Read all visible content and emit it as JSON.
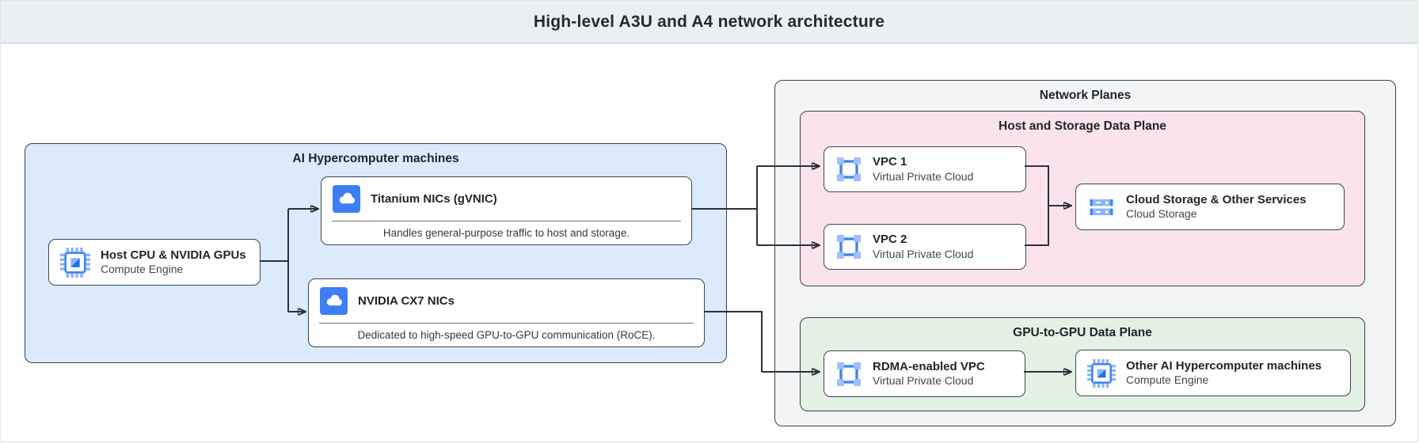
{
  "header": {
    "title": "High-level A3U and A4 network architecture"
  },
  "colors": {
    "header_bg": "#eceff1",
    "machines_fill": "#dcebfb",
    "network_planes_fill": "#f2f4f5",
    "host_storage_plane_fill": "#fae3ec",
    "gpu_plane_fill": "#e4f1e5",
    "border_dark": "#3a424a",
    "connector": "#2b3238",
    "icon_blue": "#4285f4",
    "icon_blue_light": "#8ab4f8",
    "icon_blue_dark": "#1a73e8"
  },
  "containers": {
    "machines": {
      "label": "AI Hypercomputer machines"
    },
    "network_planes": {
      "label": "Network Planes"
    },
    "host_storage_plane": {
      "label": "Host and Storage Data Plane"
    },
    "gpu_plane": {
      "label": "GPU-to-GPU Data Plane"
    }
  },
  "nodes": {
    "host": {
      "title": "Host CPU & NVIDIA GPUs",
      "subtitle": "Compute Engine",
      "icon": "compute-engine-icon"
    },
    "titanium": {
      "title": "Titanium NICs (gVNIC)",
      "description": "Handles general-purpose traffic to host and storage.",
      "icon": "cloud-icon"
    },
    "cx7": {
      "title": "NVIDIA CX7 NICs",
      "description": "Dedicated to high-speed GPU-to-GPU communication (RoCE).",
      "icon": "cloud-icon"
    },
    "vpc1": {
      "title": "VPC 1",
      "subtitle": "Virtual Private Cloud",
      "icon": "vpc-icon"
    },
    "vpc2": {
      "title": "VPC 2",
      "subtitle": "Virtual Private Cloud",
      "icon": "vpc-icon"
    },
    "cloud_storage": {
      "title": "Cloud Storage & Other Services",
      "subtitle": "Cloud Storage",
      "icon": "cloud-storage-icon"
    },
    "rdma": {
      "title": "RDMA-enabled VPC",
      "subtitle": "Virtual Private Cloud",
      "icon": "vpc-icon"
    },
    "other": {
      "title": "Other AI Hypercomputer machines",
      "subtitle": "Compute Engine",
      "icon": "compute-engine-icon"
    }
  }
}
